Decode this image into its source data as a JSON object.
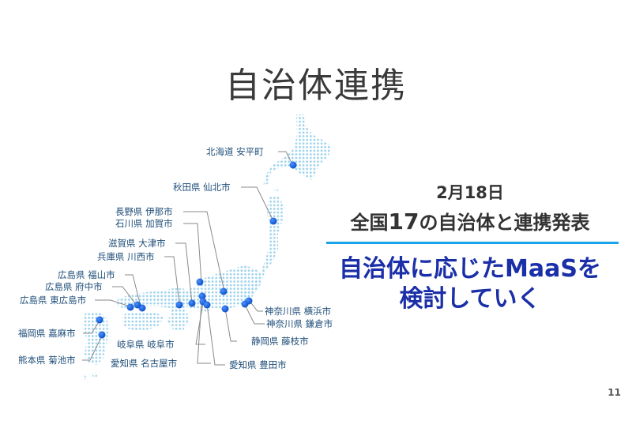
{
  "slide": {
    "title": "自治体連携",
    "page_number": "11"
  },
  "announcement": {
    "date": "2月18日",
    "prefix": "全国",
    "count": "17",
    "suffix": "の自治体と連携発表"
  },
  "message": {
    "line1": "自治体に応じたMaaSを",
    "line2": "検討していく"
  },
  "colors": {
    "title": "#3a3a3a",
    "label": "#1f4e79",
    "divider": "#1aa3e8",
    "message": "#1a2fa8",
    "map_dot": "#9fd3ec",
    "marker": "#0b5fd6"
  },
  "municipalities": [
    {
      "id": "hokkaido-abira",
      "label": "北海道 安平町"
    },
    {
      "id": "akita-senboku",
      "label": "秋田県 仙北市"
    },
    {
      "id": "nagano-ina",
      "label": "長野県 伊那市"
    },
    {
      "id": "ishikawa-kaga",
      "label": "石川県 加賀市"
    },
    {
      "id": "shiga-otsu",
      "label": "滋賀県 大津市"
    },
    {
      "id": "hyogo-kawanishi",
      "label": "兵庫県 川西市"
    },
    {
      "id": "hiroshima-fukuyama",
      "label": "広島県 福山市"
    },
    {
      "id": "hiroshima-fuchu",
      "label": "広島県 府中市"
    },
    {
      "id": "hiroshima-higashihiroshima",
      "label": "広島県 東広島市"
    },
    {
      "id": "fukuoka-kama",
      "label": "福岡県 嘉麻市"
    },
    {
      "id": "kumamoto-kikuchi",
      "label": "熊本県 菊池市"
    },
    {
      "id": "gifu-gifu",
      "label": "岐阜県 岐阜市"
    },
    {
      "id": "aichi-nagoya",
      "label": "愛知県 名古屋市"
    },
    {
      "id": "aichi-toyota",
      "label": "愛知県 豊田市"
    },
    {
      "id": "shizuoka-fujieda",
      "label": "静岡県 藤枝市"
    },
    {
      "id": "kanagawa-kamakura",
      "label": "神奈川県 鎌倉市"
    },
    {
      "id": "kanagawa-yokohama",
      "label": "神奈川県 横浜市"
    }
  ]
}
